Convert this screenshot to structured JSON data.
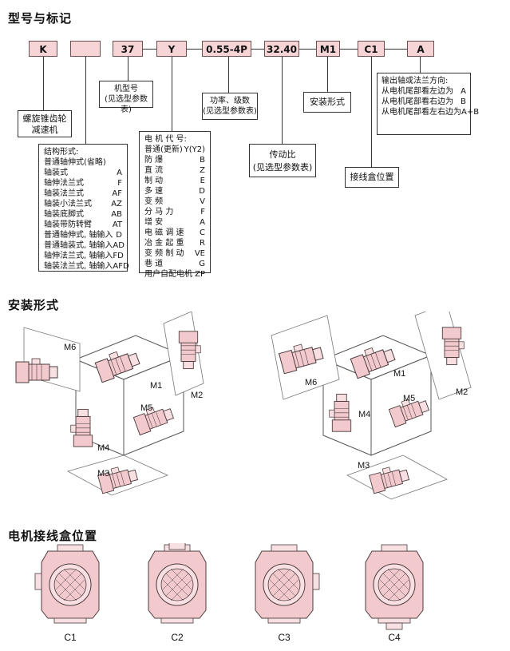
{
  "sections": {
    "model_marking": "型号与标记",
    "mounting": "安装形式",
    "terminal_box": "电机接线盒位置"
  },
  "codes": [
    "K",
    "",
    "37",
    "Y",
    "0.55-4P",
    "32.40",
    "M1",
    "C1",
    "A"
  ],
  "labels": {
    "reducer": [
      "螺旋锥齿轮",
      "减速机"
    ],
    "frame": [
      "机型号",
      "(见选型参数表)"
    ],
    "power": [
      "功率、级数",
      "(见选型参数表)"
    ],
    "mounting": "安装形式",
    "ratio": [
      "传动比",
      "(见选型参数表)"
    ],
    "box": "接线盒位置"
  },
  "structure": {
    "title": "结构形式:",
    "rows": [
      [
        "普通轴伸式(省略)",
        ""
      ],
      [
        "轴装式",
        "A"
      ],
      [
        "轴伸法兰式",
        "F"
      ],
      [
        "轴装法兰式",
        "AF"
      ],
      [
        "轴装小法兰式",
        "AZ"
      ],
      [
        "轴装底脚式",
        "AB"
      ],
      [
        "轴装带防转臂",
        "AT"
      ],
      [
        "普通轴伸式, 轴输入",
        "D"
      ],
      [
        "普通轴装式, 轴输入",
        "AD"
      ],
      [
        "轴伸法兰式, 轴输入",
        "FD"
      ],
      [
        "轴装法兰式, 轴输入",
        "AFD"
      ]
    ]
  },
  "motor": {
    "title": "电 机 代 号:",
    "rows": [
      [
        "普通(更新)",
        "Y(Y2)"
      ],
      [
        "防    爆",
        "B"
      ],
      [
        "直    流",
        "Z"
      ],
      [
        "制    动",
        "E"
      ],
      [
        "多    速",
        "D"
      ],
      [
        "变    频",
        "V"
      ],
      [
        "分  马  力",
        "F"
      ],
      [
        "增    安",
        "A"
      ],
      [
        "电 磁 调 速",
        "C"
      ],
      [
        "冶 金 起 重",
        "R"
      ],
      [
        "变 频 制 动",
        "VE"
      ],
      [
        "巷    道",
        "G"
      ],
      [
        "用户自配电机",
        "ZP"
      ]
    ]
  },
  "shaft": {
    "title": "输出轴或法兰方向:",
    "rows": [
      [
        "从电机尾部看左边为",
        "A"
      ],
      [
        "从电机尾部看右边为",
        "B"
      ],
      [
        "从电机尾部看左右边为",
        "A+B"
      ]
    ]
  },
  "mount_left": [
    "M6",
    "M1",
    "M2",
    "M5",
    "M4",
    "M3"
  ],
  "mount_right": [
    "M6",
    "M1",
    "M2",
    "M5",
    "M4",
    "M3"
  ],
  "box_positions": [
    "C1",
    "C2",
    "C3",
    "C4"
  ],
  "colors": {
    "pink": "#f2c9cc",
    "pink_light": "#f8dfe1",
    "outline": "#4a3c3e"
  }
}
